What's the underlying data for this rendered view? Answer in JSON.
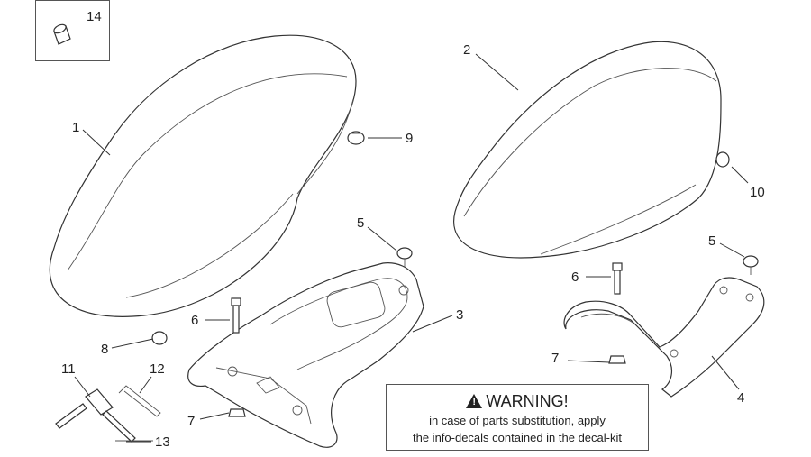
{
  "callouts": {
    "c1": "1",
    "c2": "2",
    "c3": "3",
    "c4": "4",
    "c5a": "5",
    "c5b": "5",
    "c6a": "6",
    "c6b": "6",
    "c7a": "7",
    "c7b": "7",
    "c8": "8",
    "c9": "9",
    "c10": "10",
    "c11": "11",
    "c12": "12",
    "c13": "13",
    "c14": "14"
  },
  "warning": {
    "icon": "warning-triangle-icon",
    "title": "WARNING!",
    "line1": "in case of parts substitution, apply",
    "line2": "the info-decals contained in the decal-kit"
  }
}
